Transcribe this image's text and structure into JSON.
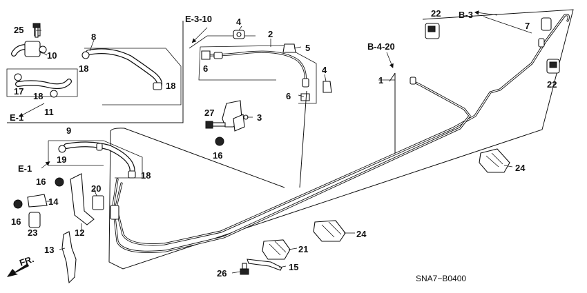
{
  "diagram_code": "SNA7−B0400",
  "direction_label": "FR.",
  "refs": {
    "e3_10": "E-3-10",
    "b4_20": "B-4-20",
    "b3": "B-3",
    "e1_top": "E-1",
    "e1_mid": "E-1"
  },
  "callouts": {
    "p1": "1",
    "p2": "2",
    "p3": "3",
    "p4a": "4",
    "p4b": "4",
    "p5": "5",
    "p6a": "6",
    "p6b": "6",
    "p7": "7",
    "p8": "8",
    "p9": "9",
    "p10": "10",
    "p11": "11",
    "p12": "12",
    "p13": "13",
    "p14": "14",
    "p15": "15",
    "p16a": "16",
    "p16b": "16",
    "p16c": "16",
    "p17": "17",
    "p18a": "18",
    "p18b": "18",
    "p18c": "18",
    "p18d": "18",
    "p19": "19",
    "p20": "20",
    "p21": "21",
    "p22a": "22",
    "p22b": "22",
    "p23": "23",
    "p24a": "24",
    "p24b": "24",
    "p25": "25",
    "p26": "26",
    "p27": "27"
  }
}
